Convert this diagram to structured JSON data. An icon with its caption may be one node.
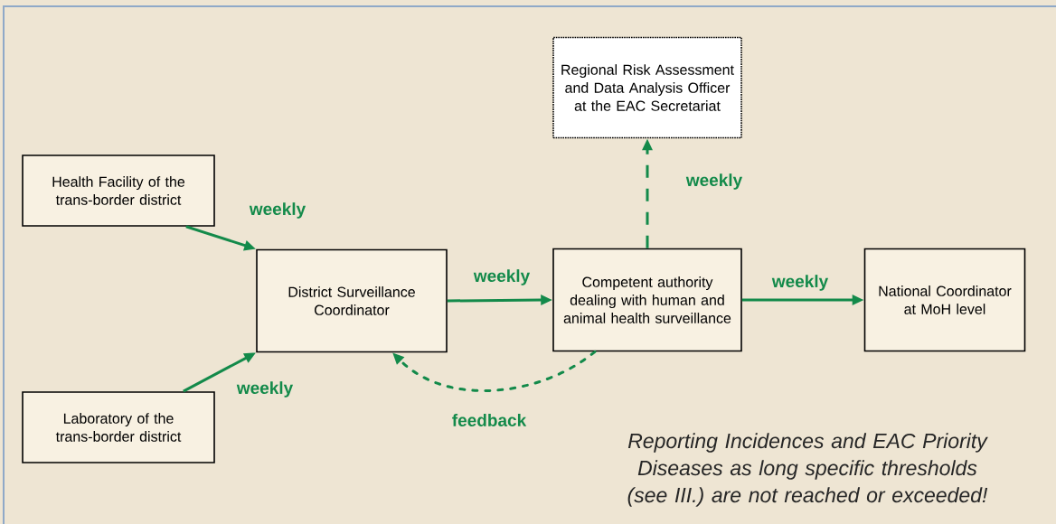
{
  "diagram": {
    "nodes": [
      {
        "text": [
          "Regional Risk Assessment and Data Analysis Officer at the EAC Secretariat"
        ]
      },
      {
        "text": [
          "Health Facility of the trans-border district"
        ]
      },
      {
        "text": [
          "District Surveillance Coordinator"
        ]
      },
      {
        "text": [
          "Competent authority dealing with human and animal health surveillance"
        ]
      },
      {
        "text": [
          "National Coordinator at MoH level"
        ]
      },
      {
        "text": [
          "Laboratory of the trans-border district"
        ]
      }
    ],
    "edges": [
      {
        "from": 1,
        "to": 2,
        "arrow": "to",
        "label": "weekly"
      },
      {
        "from": 5,
        "to": 2,
        "arrow": "to",
        "label": "weekly"
      },
      {
        "from": 2,
        "to": 3,
        "arrow": "to",
        "label": "weekly"
      },
      {
        "from": 3,
        "to": 0,
        "arrow": "to",
        "label": "weekly",
        "style": "dashed"
      },
      {
        "from": 3,
        "to": 4,
        "arrow": "to",
        "label": "weekly"
      },
      {
        "from": 3,
        "to": 2,
        "arrow": "to",
        "label": "feedback",
        "style": "dashed"
      }
    ],
    "labels": [
      "Reporting Incidences and EAC Priority Diseases as long specific thresholds (see III.) are not reached or exceeded!"
    ]
  }
}
